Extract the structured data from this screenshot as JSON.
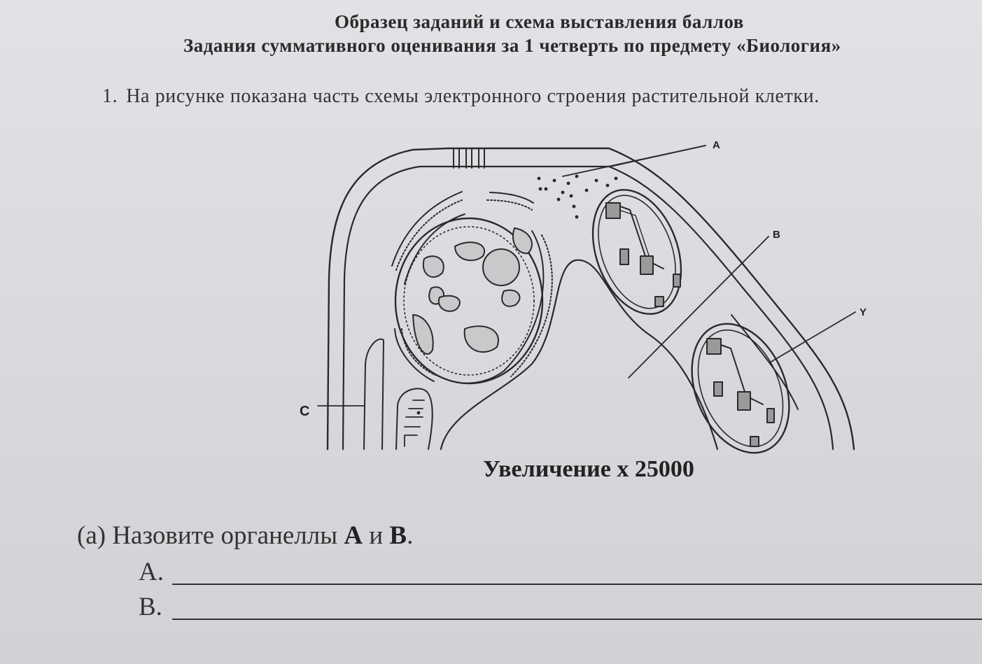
{
  "header": {
    "title": "Образец заданий и схема выставления баллов",
    "subtitle": "Задания суммативного оценивания за 1 четверть по предмету «Биология»"
  },
  "task": {
    "number": "1.",
    "text": "На рисунке показана часть схемы электронного строения растительной клетки."
  },
  "diagram": {
    "labels": {
      "a": "A",
      "b": "B",
      "y": "Y",
      "c": "C"
    },
    "caption": "Увеличение х 25000"
  },
  "question_a": {
    "prefix": "(а) Назовите органеллы",
    "org_a": "А",
    "conj": "и",
    "org_b": "В",
    "end": "."
  },
  "answers": [
    {
      "label": "А."
    },
    {
      "label": "В."
    }
  ]
}
